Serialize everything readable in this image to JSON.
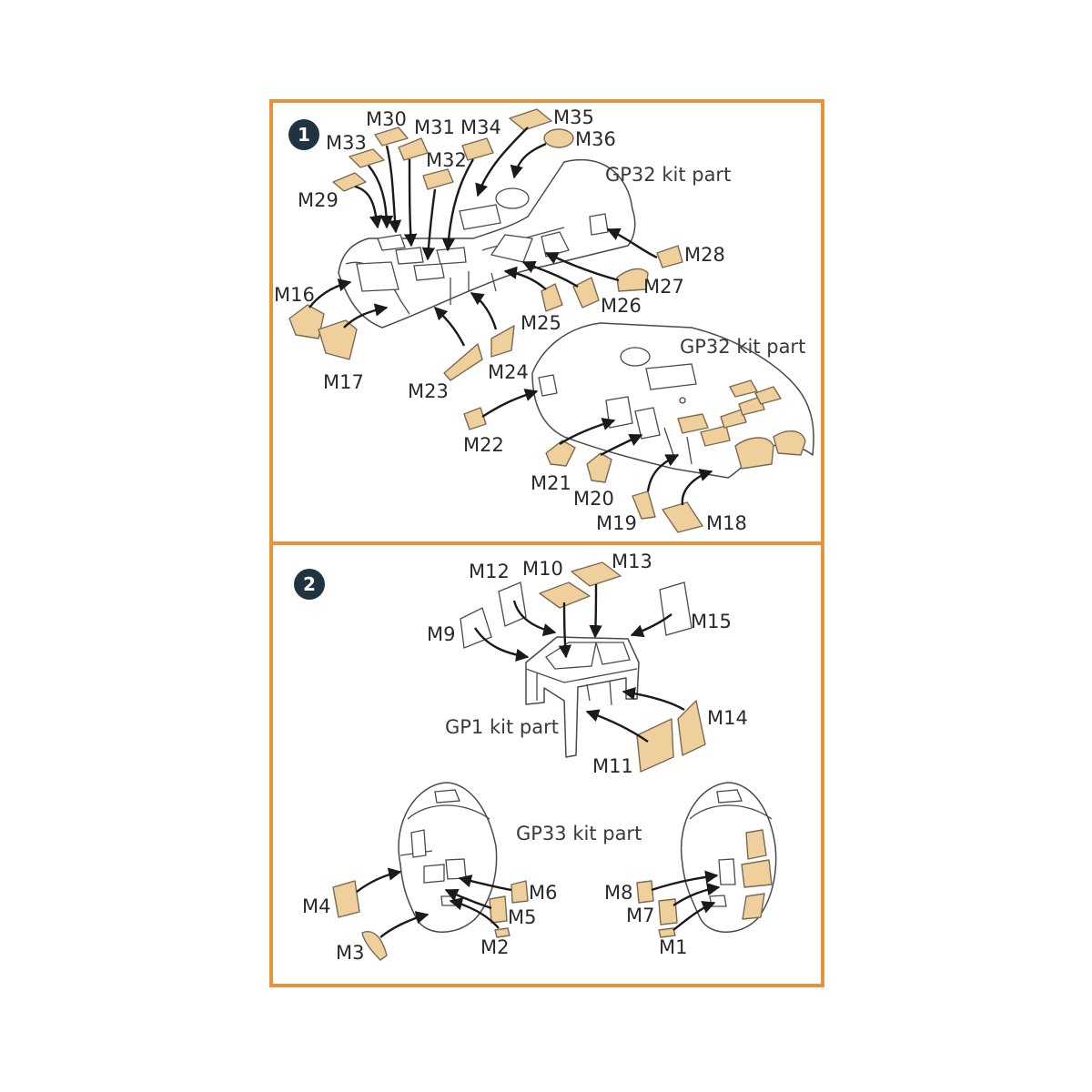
{
  "colors": {
    "frame": "#e8923a",
    "badge": "#1f3340",
    "mask_fill": "#efcf9c",
    "mask_stroke": "#7a6a52",
    "arrow": "#1a1a1a"
  },
  "steps": [
    {
      "number": "1",
      "kit_parts": [
        "GP32 kit part",
        "GP32 kit part"
      ],
      "labels": [
        "M30",
        "M31",
        "M34",
        "M35",
        "M36",
        "M33",
        "M32",
        "M29",
        "M28",
        "M27",
        "M26",
        "M25",
        "M16",
        "M17",
        "M23",
        "M24",
        "M22",
        "M21",
        "M20",
        "M19",
        "M18"
      ]
    },
    {
      "number": "2",
      "kit_parts": [
        "GP1 kit part",
        "GP33 kit part"
      ],
      "labels": [
        "M12",
        "M10",
        "M13",
        "M9",
        "M15",
        "M14",
        "M11",
        "M4",
        "M6",
        "M5",
        "M3",
        "M2",
        "M8",
        "M7",
        "M1"
      ]
    }
  ]
}
